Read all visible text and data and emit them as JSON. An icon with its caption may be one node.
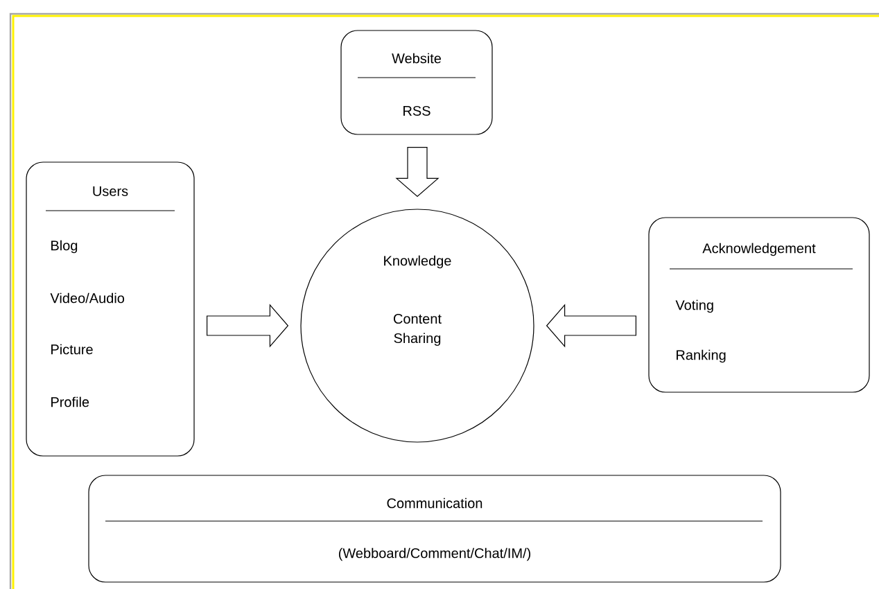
{
  "diagram": {
    "nodes": [
      {
        "text": [
          "Website",
          "RSS"
        ]
      },
      {
        "text": [
          "Users",
          "Blog",
          "Video/Audio",
          "Picture",
          "Profile"
        ]
      },
      {
        "text": [
          "Knowledge",
          "Content Sharing"
        ]
      },
      {
        "text": [
          "Acknowledgement",
          "Voting",
          "Ranking"
        ]
      },
      {
        "text": [
          "Communication",
          "(Webboard/Comment/Chat/IM/)"
        ]
      }
    ],
    "edges": [
      {
        "from": 0,
        "to": 2,
        "arrow": "to"
      },
      {
        "from": 1,
        "to": 2,
        "arrow": "to"
      },
      {
        "from": 3,
        "to": 2,
        "arrow": "to"
      }
    ]
  }
}
